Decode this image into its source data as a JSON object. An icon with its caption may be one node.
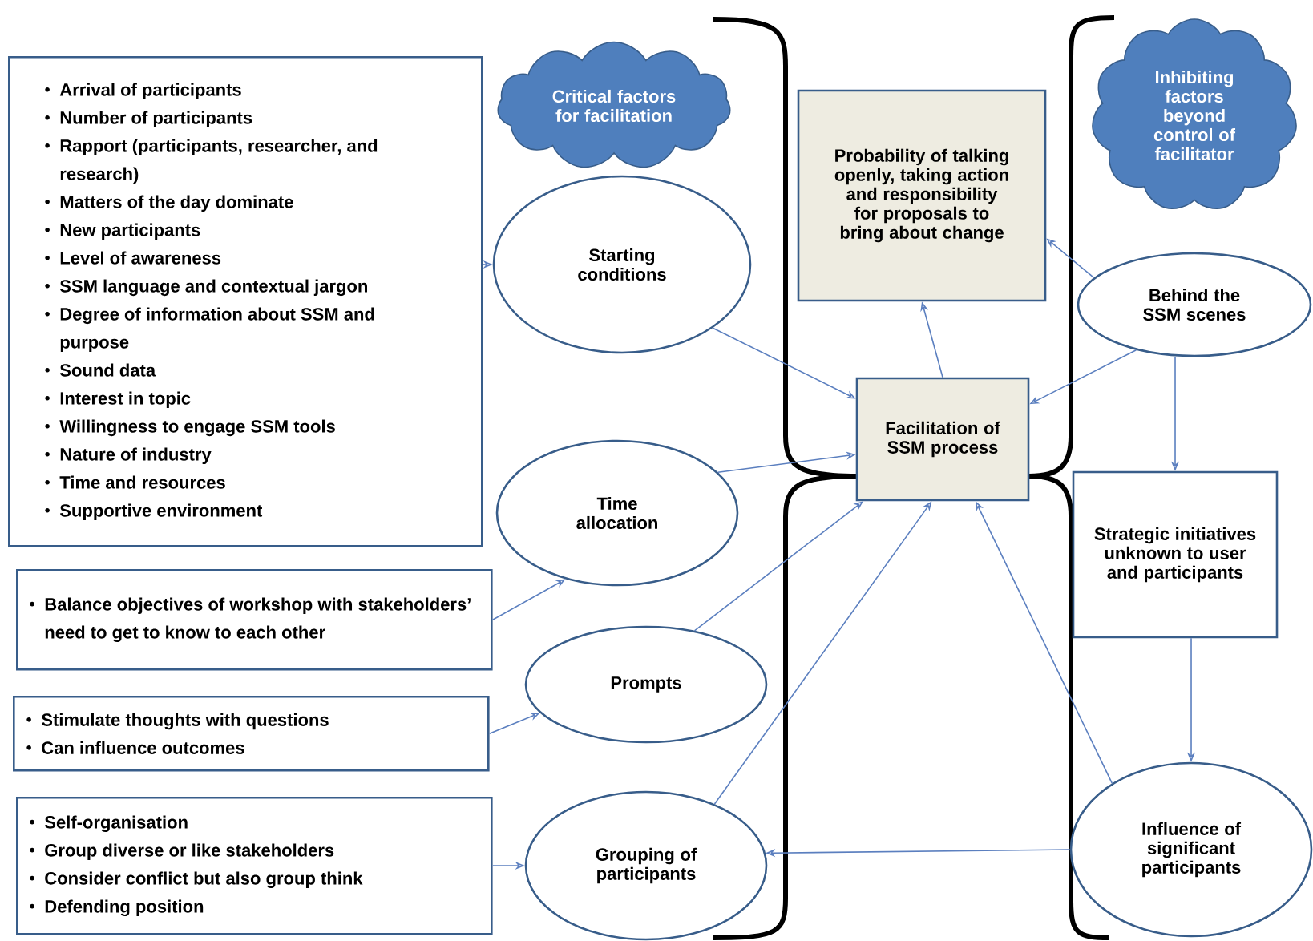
{
  "diagram": {
    "nodes": [
      {
        "text": [
          "Arrival of participants",
          "Number of participants",
          "Rapport (participants, researcher, and research)",
          "Matters of the day dominate",
          "New participants",
          "Level of awareness",
          "SSM language and contextual jargon",
          "Degree of information about SSM and purpose",
          "Sound data",
          "Interest in topic",
          "Willingness to engage SSM tools",
          "Nature of industry",
          "Time and resources",
          "Supportive environment"
        ]
      },
      {
        "text": [
          "Critical factors for facilitation"
        ]
      },
      {
        "text": [
          "Inhibiting factors beyond control of facilitator"
        ]
      },
      {
        "text": [
          "Probability of talking openly, taking action and responsibility for proposals to bring about change"
        ]
      },
      {
        "text": [
          "Starting conditions"
        ]
      },
      {
        "text": [
          "Behind the SSM scenes"
        ]
      },
      {
        "text": [
          "Facilitation of SSM process"
        ]
      },
      {
        "text": [
          "Time allocation"
        ]
      },
      {
        "text": [
          "Strategic initiatives unknown to user and participants"
        ]
      },
      {
        "text": [
          "Balance objectives of workshop with stakeholders’ need to get to know to each other"
        ]
      },
      {
        "text": [
          "Prompts"
        ]
      },
      {
        "text": [
          "Stimulate thoughts with questions",
          "Can influence outcomes"
        ]
      },
      {
        "text": [
          "Self-organisation",
          "Group diverse or like stakeholders",
          "Consider conflict but also group think",
          "Defending position"
        ]
      },
      {
        "text": [
          "Grouping of participants"
        ]
      },
      {
        "text": [
          "Influence of significant participants"
        ]
      }
    ],
    "edges": [
      {
        "from": 0,
        "to": 4,
        "arrow": "to"
      },
      {
        "from": 4,
        "to": 6,
        "arrow": "to"
      },
      {
        "from": 7,
        "to": 6,
        "arrow": "to"
      },
      {
        "from": 9,
        "to": 7,
        "arrow": "to"
      },
      {
        "from": 10,
        "to": 6,
        "arrow": "to"
      },
      {
        "from": 11,
        "to": 10,
        "arrow": "to"
      },
      {
        "from": 12,
        "to": 13,
        "arrow": "to"
      },
      {
        "from": 13,
        "to": 6,
        "arrow": "to"
      },
      {
        "from": 14,
        "to": 6,
        "arrow": "to"
      },
      {
        "from": 6,
        "to": 3,
        "arrow": "to"
      },
      {
        "from": 5,
        "to": 3,
        "arrow": "to"
      },
      {
        "from": 5,
        "to": 6,
        "arrow": "to"
      },
      {
        "from": 5,
        "to": 8,
        "arrow": "to"
      },
      {
        "from": 8,
        "to": 14,
        "arrow": "to"
      },
      {
        "from": 14,
        "to": 13,
        "arrow": "to"
      }
    ]
  }
}
